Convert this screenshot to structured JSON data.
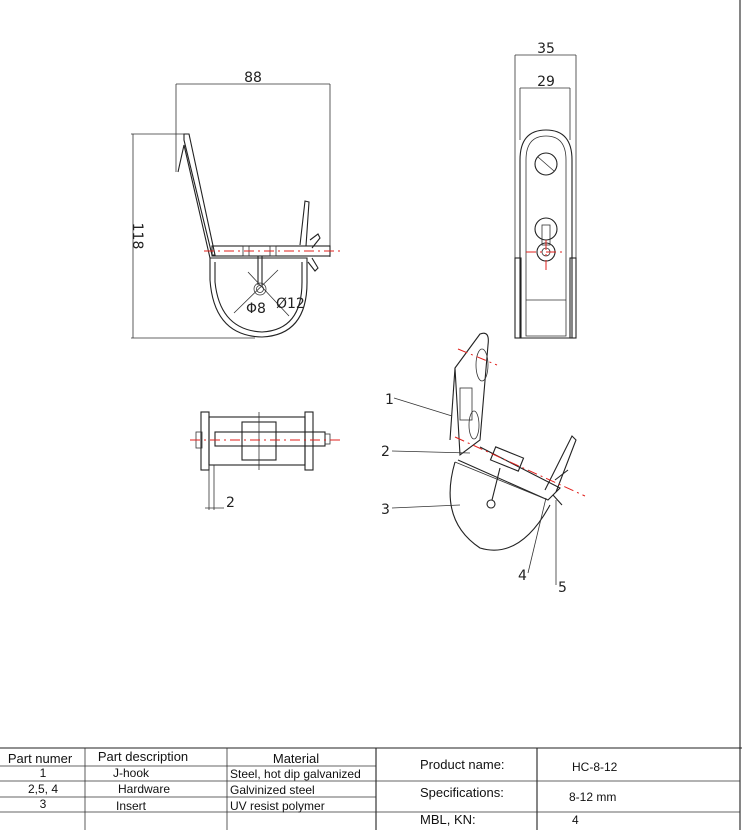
{
  "drawing": {
    "front_view": {
      "width_dim": "88",
      "height_dim": "118",
      "inner_dia": "Φ8",
      "outer_dia": "Ø12"
    },
    "side_view": {
      "outer_width_dim": "35",
      "inner_width_dim": "29"
    },
    "top_view": {
      "thickness_dim": "2"
    },
    "iso_view": {
      "callouts": [
        "1",
        "2",
        "3",
        "4",
        "5"
      ]
    }
  },
  "parts_table": {
    "headers": [
      "Part numer",
      "Part description",
      "Material"
    ],
    "rows": [
      [
        "1",
        "J-hook",
        "Steel, hot dip galvanized"
      ],
      [
        "2,5, 4",
        "Hardware",
        "Galvinized steel"
      ],
      [
        "3",
        "Insert",
        "UV resist polymer"
      ],
      [
        "",
        "",
        ""
      ]
    ]
  },
  "spec_table": {
    "rows": [
      {
        "label": "Product name:",
        "value": "HC-8-12"
      },
      {
        "label": "Specifications:",
        "value": "8-12 mm"
      },
      {
        "label": "MBL, KN:",
        "value": "4"
      }
    ]
  }
}
